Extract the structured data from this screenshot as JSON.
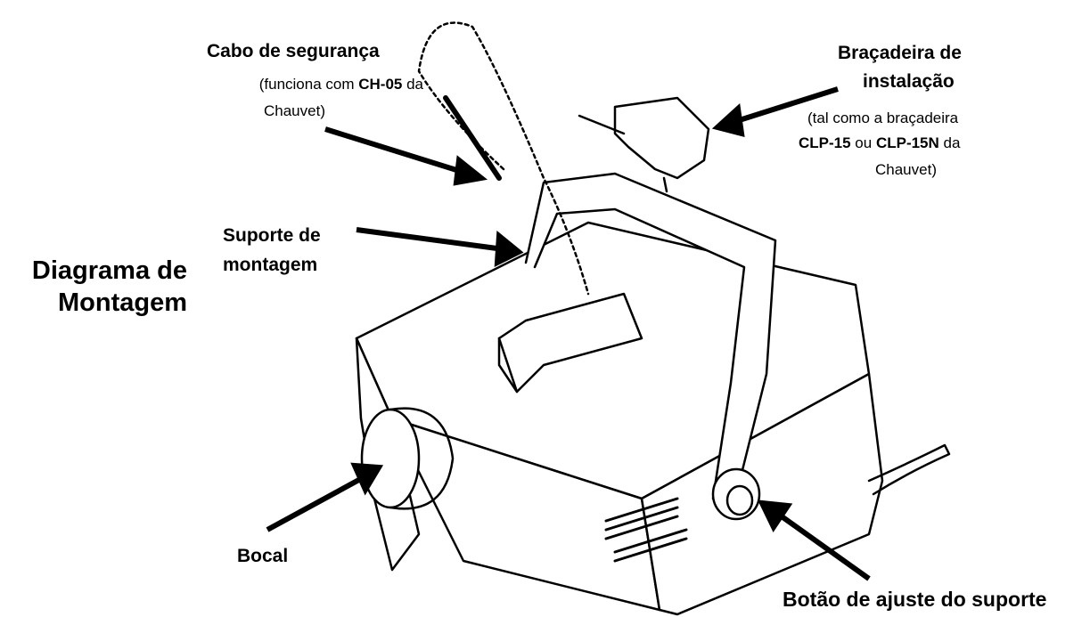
{
  "title": {
    "line1": "Diagrama de",
    "line2": "Montagem"
  },
  "labels": {
    "safety_cable": {
      "title": "Cabo de segurança",
      "note_prefix": "(funciona com ",
      "note_bold": "CH-05",
      "note_suffix": " da",
      "note_line2": "Chauvet)"
    },
    "clamp": {
      "title_line1": "Braçadeira de",
      "title_line2": "instalação",
      "note_line1": "(tal como a braçadeira",
      "note_bold1": "CLP-15",
      "note_mid": " ou ",
      "note_bold2": "CLP-15N",
      "note_suffix": " da",
      "note_line3": "Chauvet)"
    },
    "bracket": {
      "line1": "Suporte de",
      "line2": "montagem"
    },
    "nozzle": "Bocal",
    "knob": "Botão de ajuste do suporte"
  }
}
